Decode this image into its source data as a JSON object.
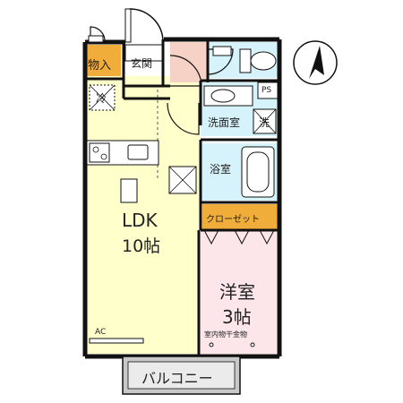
{
  "rooms": {
    "storage": "物入",
    "entrance": "玄関",
    "refrigerator": "冷",
    "ps": "PS",
    "washroom": "洗面室",
    "washer": "洗",
    "bath": "浴室",
    "closet": "クローゼット",
    "ldk_name": "LDK",
    "ldk_size": "10帖",
    "western_name": "洋室",
    "western_size": "3帖",
    "drying": "室内物干金物",
    "ac": "AC",
    "balcony": "バルコニー"
  },
  "colors": {
    "ldk": "#ffffcc",
    "western": "#fde6ea",
    "bath": "#d6f2fa",
    "closet": "#f0ad3a",
    "storage": "#f0ad3a",
    "entrance_floor": "#f6d1c6",
    "balcony": "#c8c8c8",
    "wall": "#111111"
  },
  "icons": [
    "compass-icon",
    "toilet-icon",
    "sink-icon",
    "stove-icon",
    "bathtub-icon",
    "washer-icon",
    "refrigerator-icon"
  ]
}
